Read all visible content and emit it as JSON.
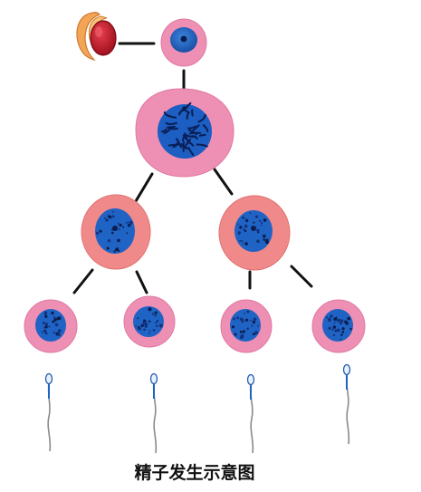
{
  "title": "精子发生示意图",
  "icons": [
    "testis-icon",
    "spermatogonium",
    "primary-spermatocyte",
    "secondary-spermatocyte",
    "spermatid",
    "sperm"
  ],
  "colors": {
    "pink_cytoplasm": "#ee8fb4",
    "salmon_cytoplasm": "#f08a8a",
    "nucleus_blue": "#1f63c4",
    "nucleus_dark": "#173f95",
    "chromatin": "#0a1e55",
    "line": "#111111",
    "testis_red": "#c8162b",
    "epididymis_orange": "#f0a050"
  }
}
